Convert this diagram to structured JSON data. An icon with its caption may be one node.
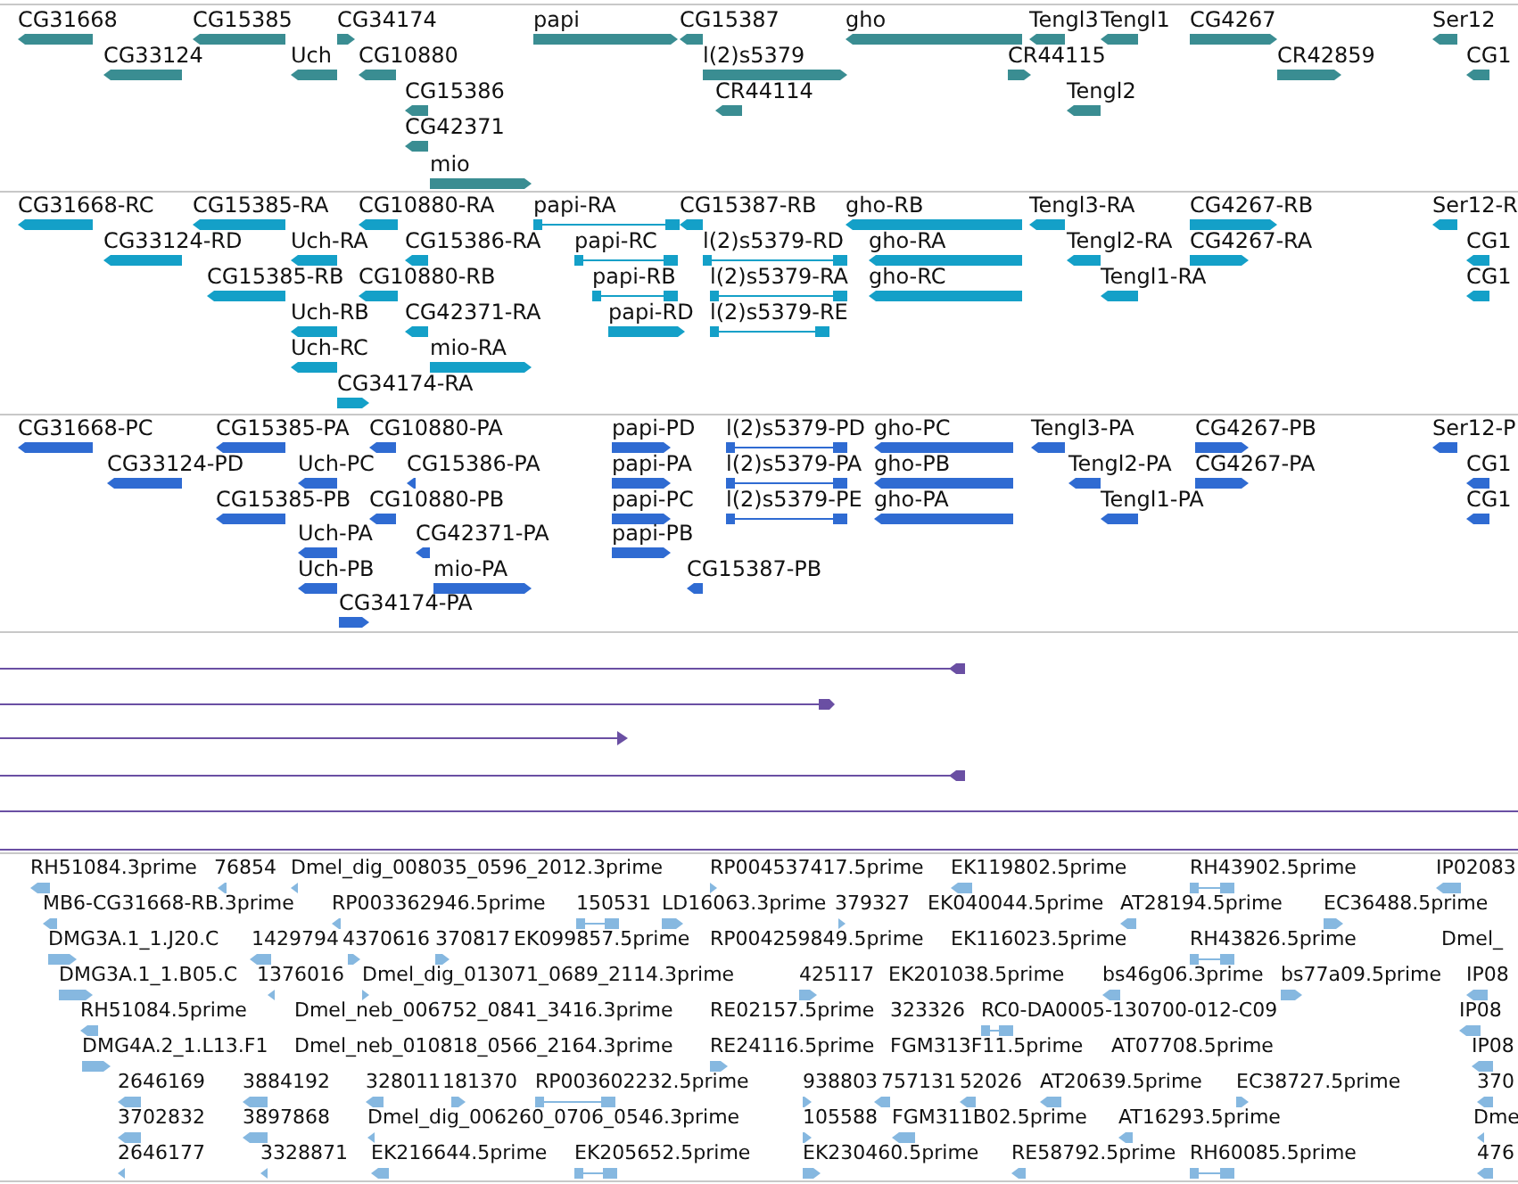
{
  "diagram": {
    "labels": [
      "CG31668",
      "CG15385",
      "CG34174",
      "papi",
      "CG15387",
      "gho",
      "Tengl3",
      "Tengl1",
      "CG4267",
      "Ser12",
      "CG33124",
      "Uch",
      "CG10880",
      "l(2)s5379",
      "CR44115",
      "CR42859",
      "CG1",
      "CG15386",
      "CR44114",
      "Tengl2",
      "CG42371",
      "mio",
      "CG31668-RC",
      "CG15385-RA",
      "CG10880-RA",
      "papi-RA",
      "CG15387-RB",
      "gho-RB",
      "Tengl3-RA",
      "CG4267-RB",
      "Ser12-R",
      "CG33124-RD",
      "Uch-RA",
      "CG15386-RA",
      "papi-RC",
      "l(2)s5379-RD",
      "gho-RA",
      "Tengl2-RA",
      "CG4267-RA",
      "CG1",
      "CG15385-RB",
      "CG10880-RB",
      "papi-RB",
      "l(2)s5379-RA",
      "gho-RC",
      "Tengl1-RA",
      "CG1",
      "Uch-RB",
      "CG42371-RA",
      "papi-RD",
      "l(2)s5379-RE",
      "Uch-RC",
      "mio-RA",
      "CG34174-RA",
      "CG31668-PC",
      "CG15385-PA",
      "CG10880-PA",
      "papi-PD",
      "l(2)s5379-PD",
      "gho-PC",
      "Tengl3-PA",
      "CG4267-PB",
      "Ser12-P",
      "CG33124-PD",
      "Uch-PC",
      "CG15386-PA",
      "papi-PA",
      "l(2)s5379-PA",
      "gho-PB",
      "Tengl2-PA",
      "CG4267-PA",
      "CG1",
      "CG15385-PB",
      "CG10880-PB",
      "papi-PC",
      "l(2)s5379-PE",
      "gho-PA",
      "Tengl1-PA",
      "CG1",
      "Uch-PA",
      "CG42371-PA",
      "papi-PB",
      "Uch-PB",
      "mio-PA",
      "CG15387-PB",
      "CG34174-PA",
      "RH51084.3prime",
      "76854",
      "Dmel_dig_008035_0596_2012.3prime",
      "RP004537417.5prime",
      "EK119802.5prime",
      "RH43902.5prime",
      "IP02083",
      "MB6-CG31668-RB.3prime",
      "RP003362946.5prime",
      "150531",
      "LD16063.3prime",
      "379327",
      "EK040044.5prime",
      "AT28194.5prime",
      "EC36488.5prime",
      "DMG3A.1_1.J20.C",
      "1429794",
      "4370616",
      "370817",
      "EK099857.5prime",
      "RP004259849.5prime",
      "EK116023.5prime",
      "RH43826.5prime",
      "Dmel_",
      "DMG3A.1_1.B05.C",
      "1376016",
      "Dmel_dig_013071_0689_2114.3prime",
      "425117",
      "EK201038.5prime",
      "bs46g06.3prime",
      "bs77a09.5prime",
      "IP08",
      "RH51084.5prime",
      "Dmel_neb_006752_0841_3416.3prime",
      "RE02157.5prime",
      "323326",
      "RC0-DA0005-130700-012-C09",
      "IP08",
      "DMG4A.2_1.L13.F1",
      "Dmel_neb_010818_0566_2164.3prime",
      "RE24116.5prime",
      "FGM313F11.5prime",
      "AT07708.5prime",
      "IP08",
      "2646169",
      "3884192",
      "328011",
      "181370",
      "RP003602232.5prime",
      "938803",
      "757131",
      "52026",
      "AT20639.5prime",
      "EC38727.5prime",
      "370",
      "3702832",
      "3897868",
      "Dmel_dig_006260_0706_0546.3prime",
      "105588",
      "FGM311B02.5prime",
      "AT16293.5prime",
      "Dme",
      "2646177",
      "3328871",
      "EK216644.5prime",
      "EK205652.5prime",
      "EK230460.5prime",
      "RE58792.5prime",
      "RH60085.5prime",
      "476"
    ]
  }
}
